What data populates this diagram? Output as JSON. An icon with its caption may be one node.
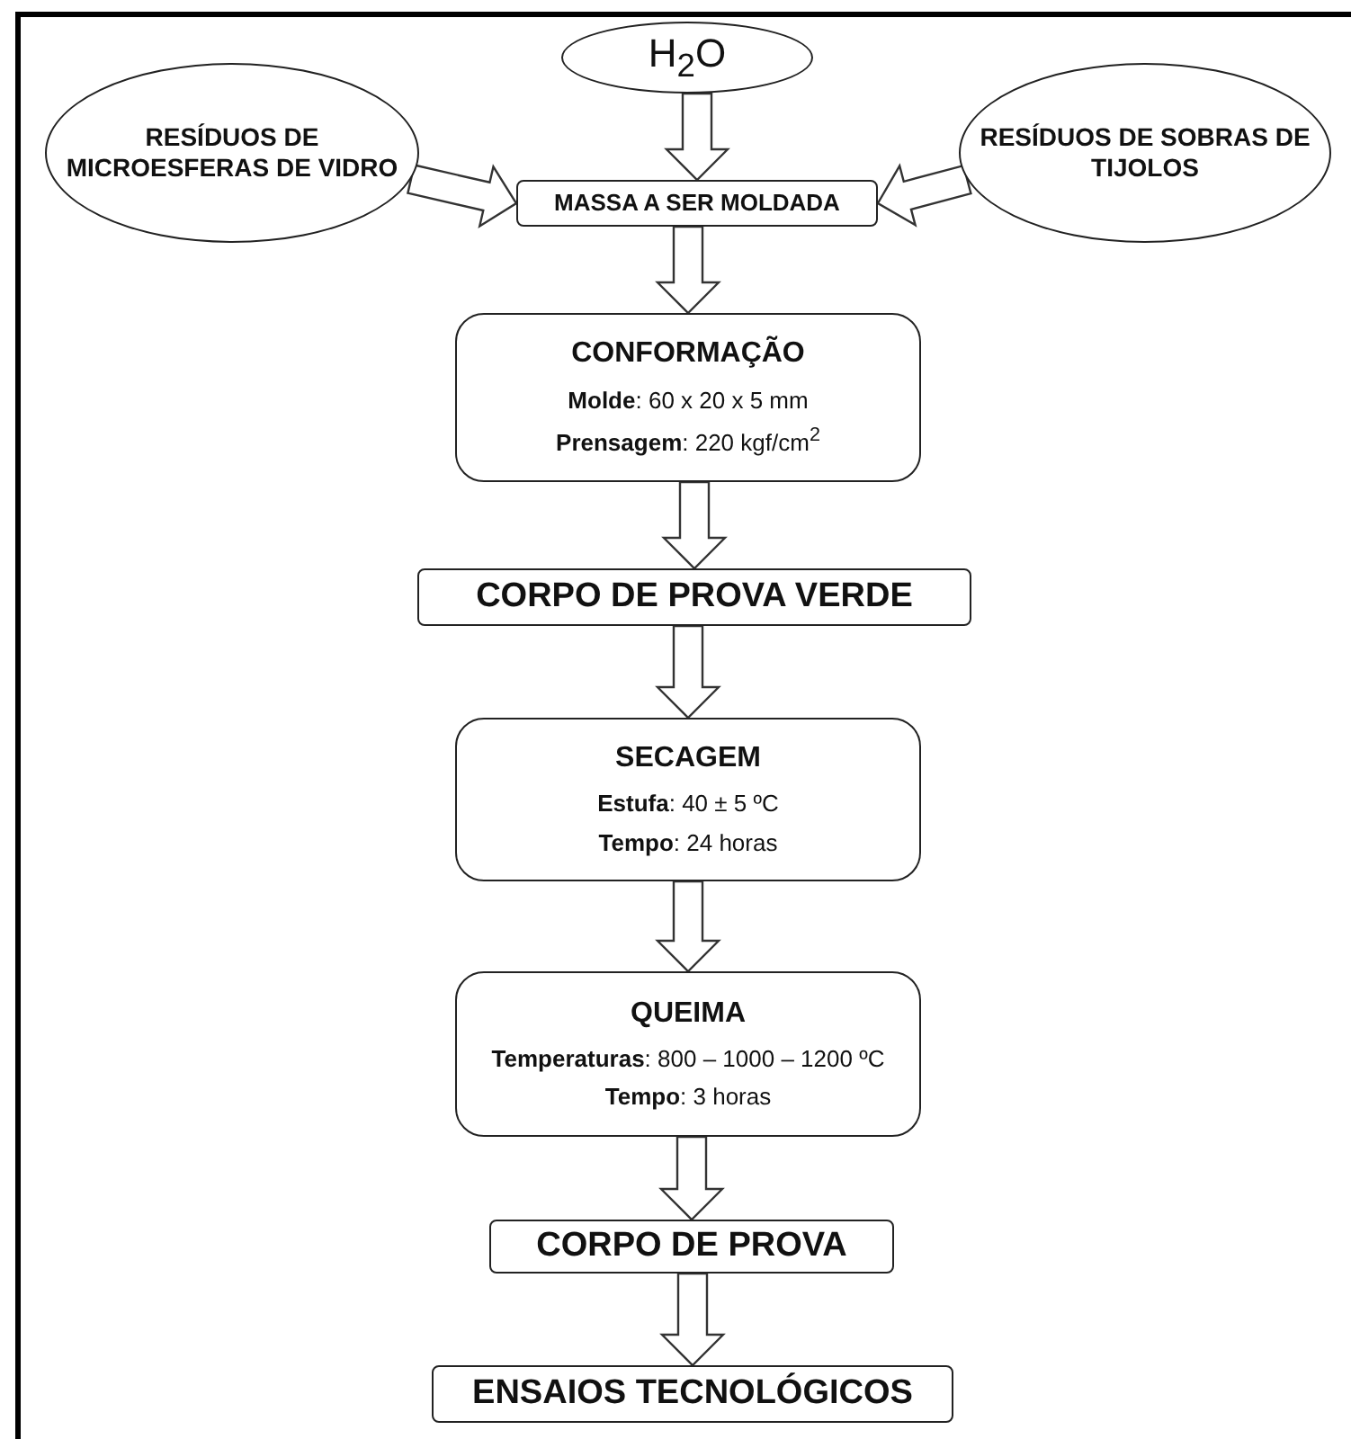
{
  "diagram": {
    "nodes": [
      {
        "text": [
          "H$_{2}$O"
        ]
      },
      {
        "text": [
          "RESÍDUOS DE MICROESFERAS DE VIDRO"
        ]
      },
      {
        "text": [
          "RESÍDUOS DE SOBRAS DE TIJOLOS"
        ]
      },
      {
        "text": [
          "MASSA A SER MOLDADA"
        ]
      },
      {
        "text": [
          "CONFORMAÇÃO",
          "**Molde**: 60 x 20 x 5 mm",
          "**Prensagem**: 220 kgf/cm$^{2}$"
        ]
      },
      {
        "text": [
          "CORPO DE PROVA VERDE"
        ]
      },
      {
        "text": [
          "SECAGEM",
          "**Estufa**: 40 ± 5 ºC",
          "**Tempo**: 24 horas"
        ]
      },
      {
        "text": [
          "QUEIMA",
          "**Temperaturas**: 800 – 1000 – 1200 ºC",
          "**Tempo**: 3 horas"
        ]
      },
      {
        "text": [
          "CORPO DE PROVA"
        ]
      },
      {
        "text": [
          "ENSAIOS TECNOLÓGICOS"
        ]
      }
    ],
    "edges": [
      {
        "from": 0,
        "to": 3,
        "arrow": "to"
      },
      {
        "from": 1,
        "to": 3,
        "arrow": "to"
      },
      {
        "from": 2,
        "to": 3,
        "arrow": "to"
      },
      {
        "from": 3,
        "to": 4,
        "arrow": "to"
      },
      {
        "from": 4,
        "to": 5,
        "arrow": "to"
      },
      {
        "from": 5,
        "to": 6,
        "arrow": "to"
      },
      {
        "from": 6,
        "to": 7,
        "arrow": "to"
      },
      {
        "from": 7,
        "to": 8,
        "arrow": "to"
      },
      {
        "from": 8,
        "to": 9,
        "arrow": "to"
      }
    ]
  }
}
